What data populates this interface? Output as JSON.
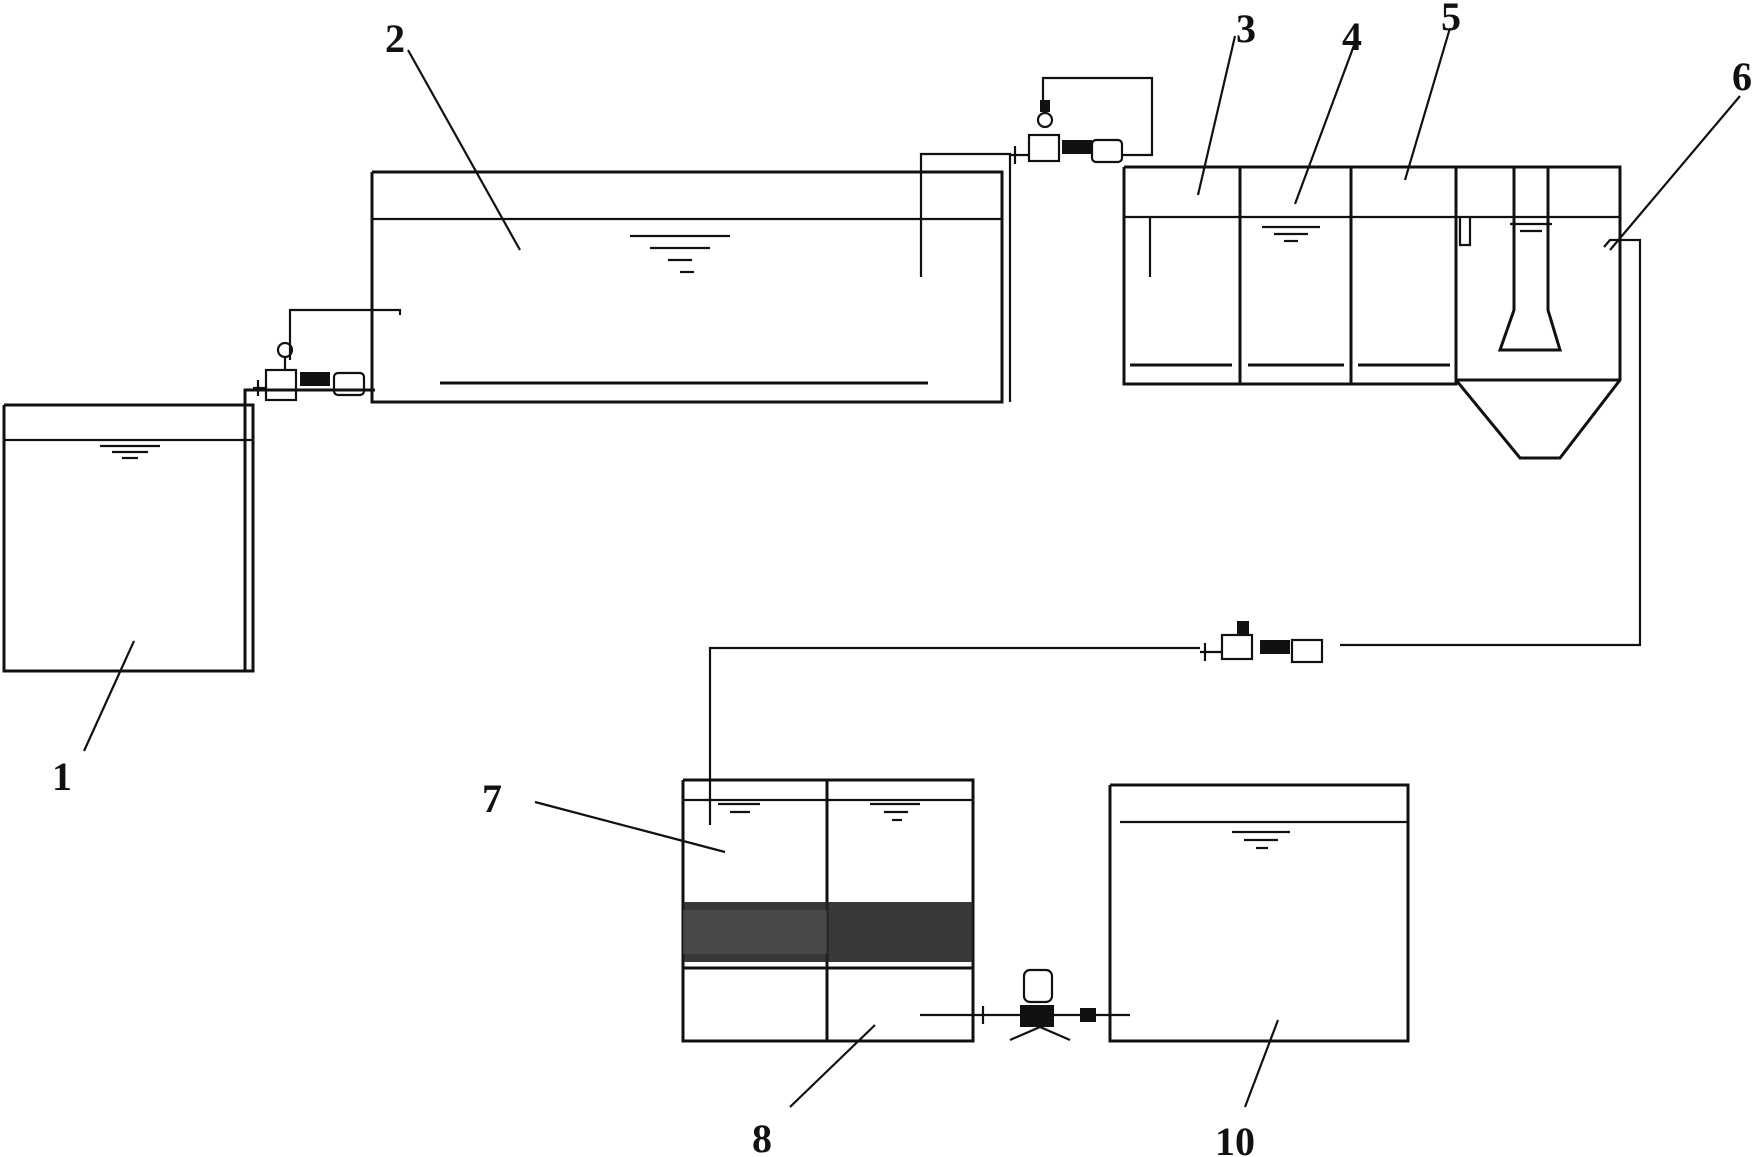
{
  "diagram": {
    "labels": [
      {
        "id": "1",
        "text": "1"
      },
      {
        "id": "2",
        "text": "2"
      },
      {
        "id": "3",
        "text": "3"
      },
      {
        "id": "4",
        "text": "4"
      },
      {
        "id": "5",
        "text": "5"
      },
      {
        "id": "6",
        "text": "6"
      },
      {
        "id": "7",
        "text": "7"
      },
      {
        "id": "8",
        "text": "8"
      },
      {
        "id": "10",
        "text": "10"
      }
    ],
    "components": [
      "tank",
      "tank",
      "reactor-cell",
      "reactor-cell",
      "reactor-cell",
      "settling-tank",
      "filter-cell",
      "filter-cell",
      "tank"
    ],
    "pumps": [
      "pump",
      "pump",
      "pump",
      "pump"
    ],
    "line_color": "#111111",
    "background": "#ffffff"
  }
}
